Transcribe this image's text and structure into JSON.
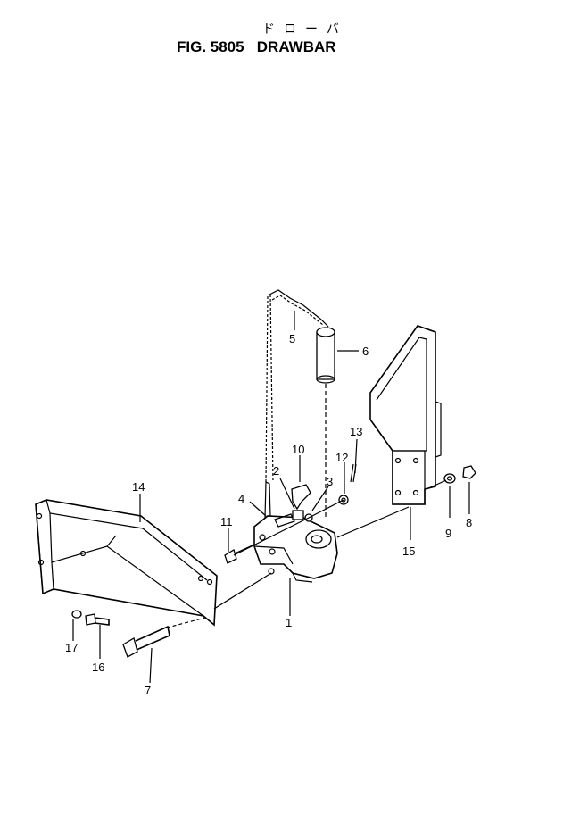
{
  "header": {
    "kana": "ドローバ",
    "figure": "FIG. 5805",
    "title": "DRAWBAR"
  },
  "callouts": [
    "1",
    "2",
    "3",
    "4",
    "5",
    "6",
    "7",
    "8",
    "9",
    "10",
    "11",
    "12",
    "13",
    "14",
    "15",
    "16",
    "17"
  ]
}
